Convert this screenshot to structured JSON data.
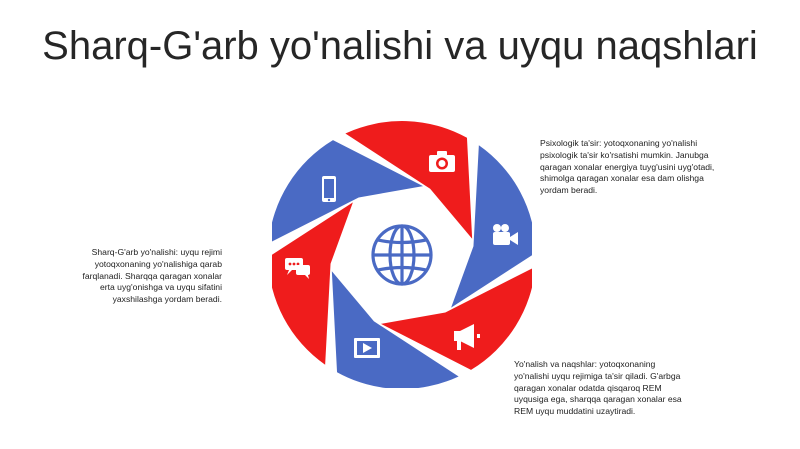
{
  "slide": {
    "title": "Sharq-G'arb yo'nalishi va uyqu naqshlari"
  },
  "notes": {
    "left": "Sharq-G'arb yo'nalishi: uyqu rejimi yotoqxonaning yo'nalishiga qarab farqlanadi. Sharqqa qaragan xonalar erta uyg'onishga va uyqu sifatini yaxshilashga yordam beradi.",
    "top_right": "Psixologik ta'sir: yotoqxonaning yo'nalishi psixologik ta'sir ko'rsatishi mumkin. Janubga qaragan xonalar energiya tuyg'usini uyg'otadi, shimolga qaragan xonalar esa dam olishga yordam beradi.",
    "bottom_right": "Yo'nalish va naqshlar: yotoqxonaning yo'nalishi uyqu rejimiga ta'sir qiladi. G'arbga qaragan xonalar odatda qisqaroq REM uyqusiga ega, sharqqa qaragan xonalar esa REM uyqu muddatini uzaytiradi."
  },
  "diagram": {
    "center_icon": "globe-icon",
    "segments": [
      {
        "color": "#ef1c1c",
        "icon": "camera-icon"
      },
      {
        "color": "#4a6ac4",
        "icon": "video-camera-icon"
      },
      {
        "color": "#ef1c1c",
        "icon": "megaphone-icon"
      },
      {
        "color": "#4a6ac4",
        "icon": "play-video-icon"
      },
      {
        "color": "#ef1c1c",
        "icon": "chat-bubbles-icon"
      },
      {
        "color": "#4a6ac4",
        "icon": "smartphone-icon"
      }
    ],
    "colors": {
      "red": "#ef1c1c",
      "blue": "#4a6ac4",
      "center_icon": "#4a6ac4"
    }
  }
}
